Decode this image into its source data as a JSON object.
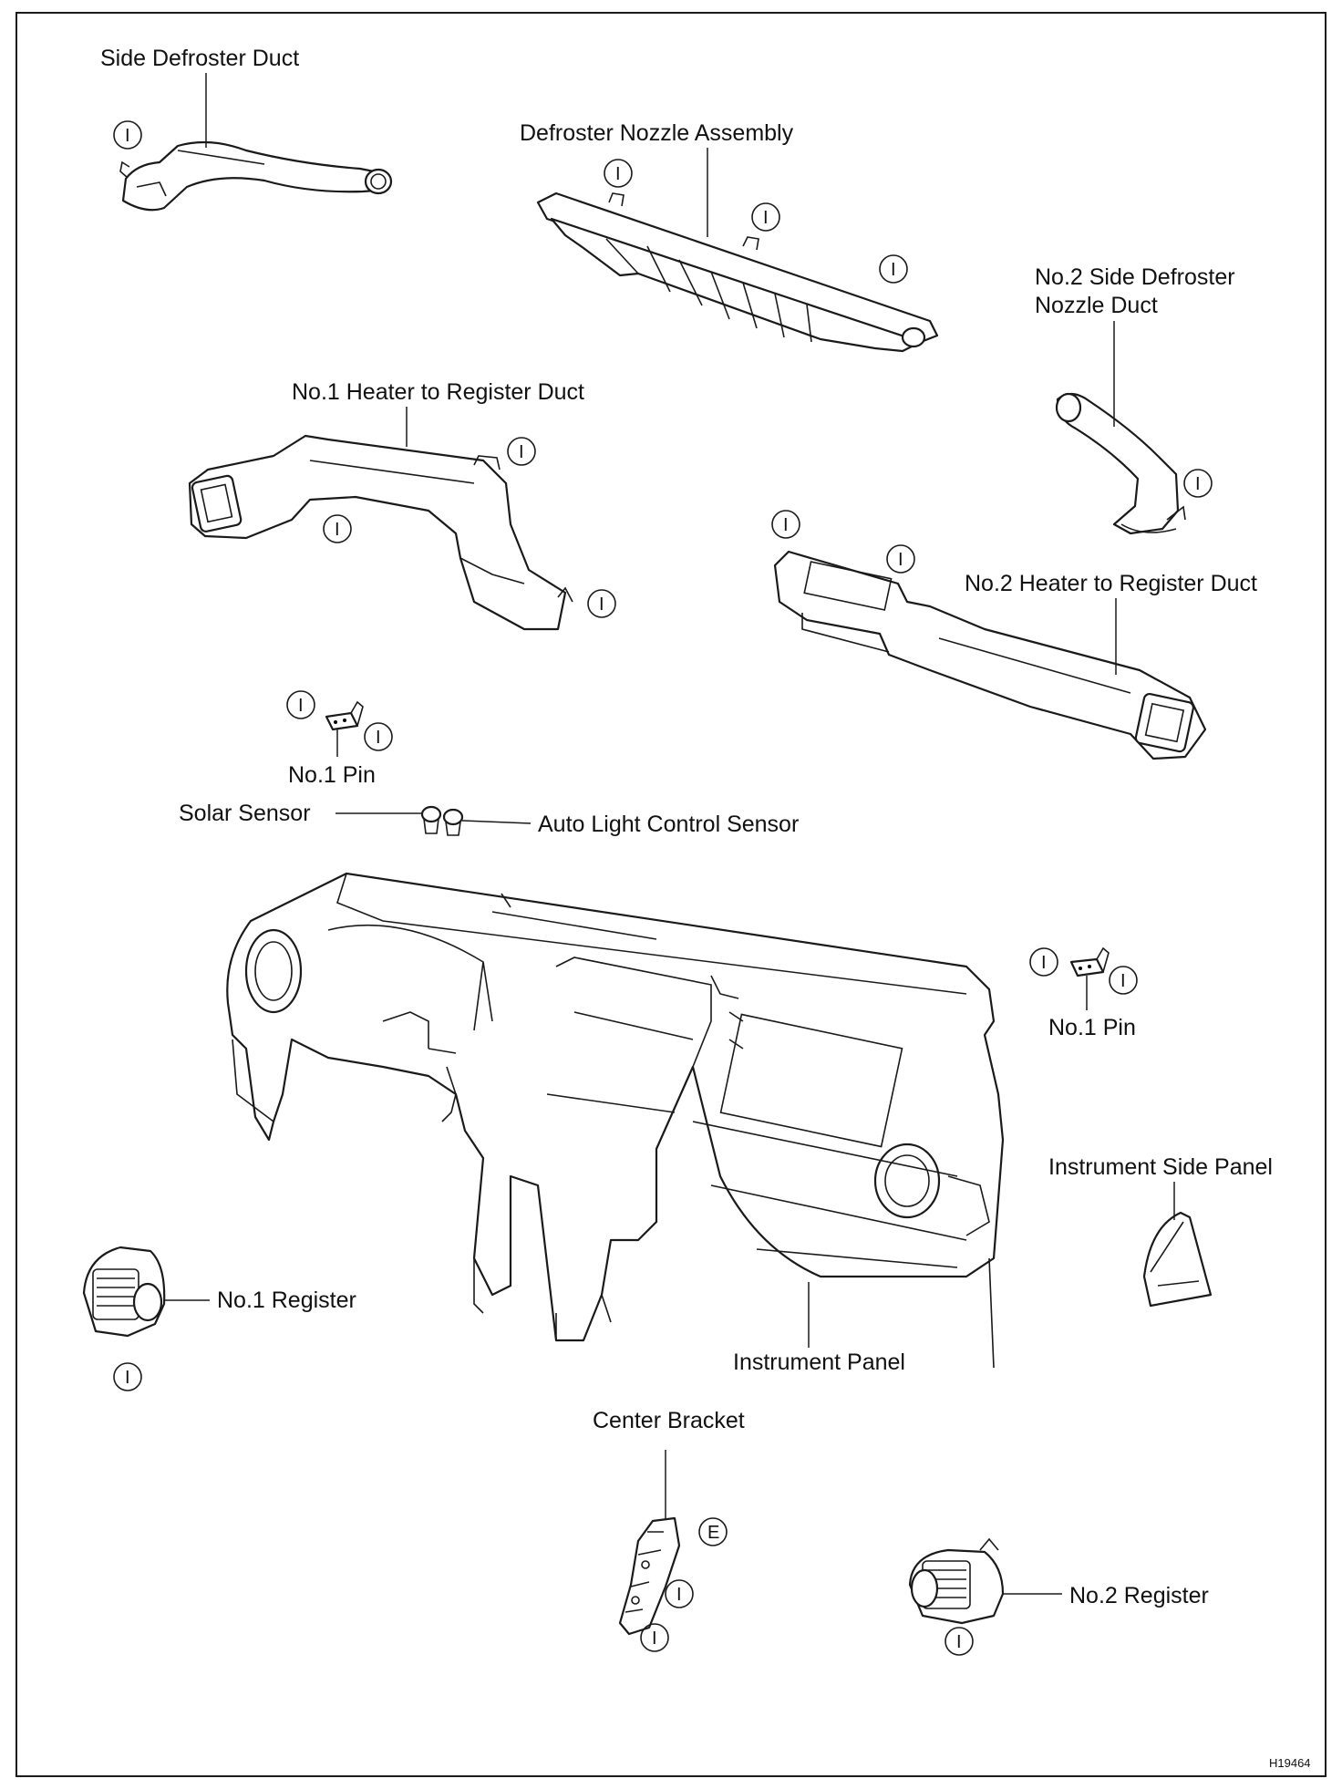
{
  "figure_code": "H19464",
  "callout_symbols": {
    "clip": "I",
    "bolt": "E"
  },
  "labels": {
    "side_defroster_duct": "Side Defroster Duct",
    "defroster_nozzle_assembly": "Defroster Nozzle Assembly",
    "no2_side_defroster_nozzle_duct_line1": "No.2 Side Defroster",
    "no2_side_defroster_nozzle_duct_line2": "Nozzle Duct",
    "no1_heater_to_register_duct": "No.1 Heater to Register Duct",
    "no2_heater_to_register_duct": "No.2 Heater to Register Duct",
    "no1_pin_upper": "No.1 Pin",
    "solar_sensor": "Solar Sensor",
    "auto_light_control_sensor": "Auto Light Control Sensor",
    "no1_pin_right": "No.1 Pin",
    "instrument_side_panel": "Instrument Side Panel",
    "no1_register": "No.1 Register",
    "instrument_panel": "Instrument Panel",
    "center_bracket": "Center Bracket",
    "no2_register": "No.2 Register"
  }
}
